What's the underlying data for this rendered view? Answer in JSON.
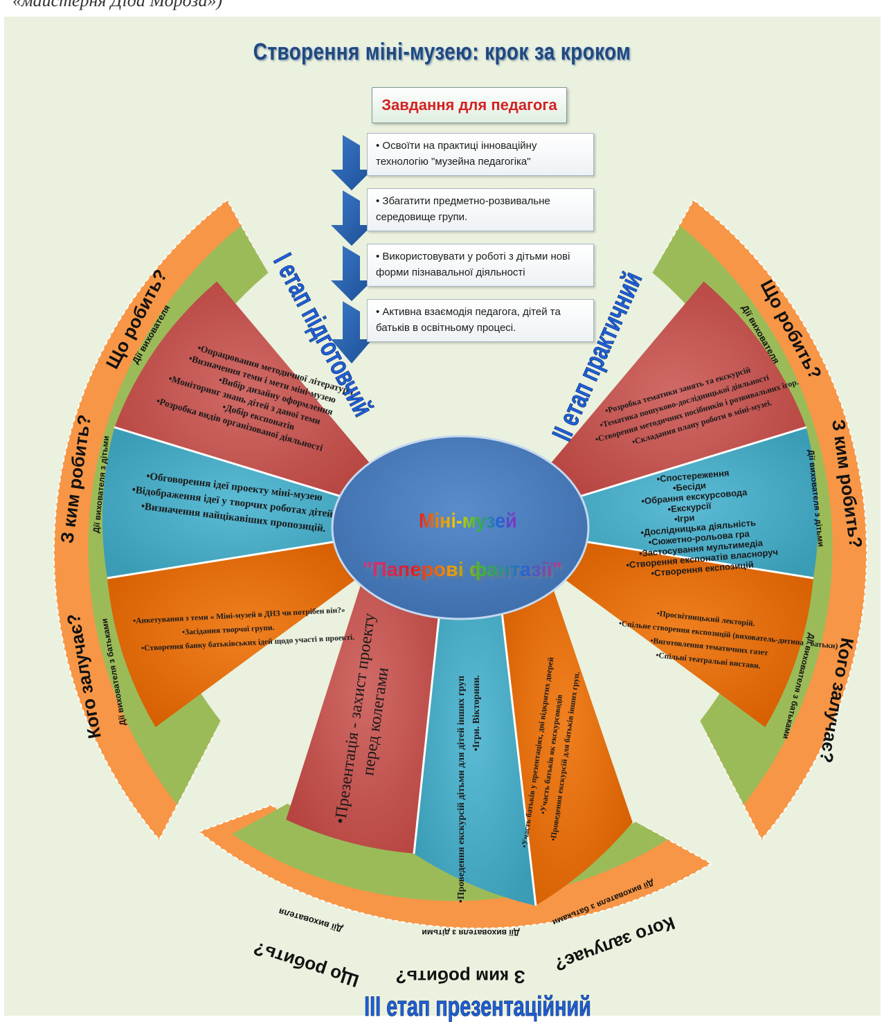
{
  "caption_top": "«майстерня Діда Мороза»)",
  "title": "Створення міні-музею: крок за кроком",
  "tasks": {
    "header": "Завдання для педагога",
    "items": [
      "• Освоїти на практиці інноваційну технологію \"музейна педагогіка\"",
      "• Збагатити предметно-розвивальне середовище групи.",
      "• Використовувати у роботі з дітьми нові форми пізнавальної діяльності",
      "• Активна взаємодія педагога, дітей та батьків в освітньому процесі."
    ]
  },
  "center": {
    "line1": "Міні-музей",
    "line2": "\"Паперові фантазії\""
  },
  "stages": {
    "stage1": "І етап підготовчий",
    "stage2": "ІІ етап практичний",
    "stage3": "ІІІ етап презентаційний"
  },
  "left": {
    "red_items": [
      "•Опрацювання методичної літератури",
      "•Визначення теми і мети міні-музею",
      "•Вибір дизайну оформлення",
      "•Моніторинг знань дітей з даної теми",
      "•Добір експонатів",
      "•Розробка видів організованої діяльності"
    ],
    "blue_items": [
      "•Обговорення ідеї проекту міні-музею",
      "•Відображення ідеї у творчих роботах дітей",
      "•Визначення найцікавіших пропозицій."
    ],
    "orange_items": [
      "•Анкетування з теми « Міні-музей в ДНЗ чи потрібен він?»",
      "•Засідання творчої групи.",
      "•Створення банку батьківських ідей щодо участі в проекті."
    ],
    "ring_what": "Що робить?",
    "ring_what_sub": "Дії вихователя",
    "ring_with": "З ким робить?",
    "ring_with_sub": "Дії вихователя з дітьми",
    "ring_who": "Кого залучає?",
    "ring_who_sub": "Дії вихователя з батьками"
  },
  "right": {
    "red_items": [
      "•Розробка тематики занять та екскурсій",
      "•Тематика пошуково-дослідницької діяльності",
      "•Створення методичних посібників і розвивальних ігор.",
      "•Складання плану роботи в міні-музеї."
    ],
    "blue_items": [
      "•Спостереження",
      "•Бесіди",
      "•Обрання екскурсовода",
      "•Екскурсії",
      "•Ігри",
      "•Дослідницька діяльність",
      "•Сюжетно-рольова гра",
      "•Застосування мультимедіа",
      "•Створення експонатів власноруч",
      "•Створення експозицій"
    ],
    "orange_items": [
      "•Просвітницький лекторій.",
      "•Спільне створення експозицій (вихователь-дитина - батьки)",
      "•Виготовлення тематичних газет",
      "•Спільні театральні вистави."
    ],
    "ring_what": "Що робить?",
    "ring_what_sub": "Дії вихователя",
    "ring_with": "З ким робить?",
    "ring_with_sub": "Дії вихователя з дітьми",
    "ring_who": "Кого залучає?",
    "ring_who_sub": "Дії вихователя з батьками"
  },
  "bottom": {
    "red_text1": "•Презентація - захист проекту",
    "red_text2": "перед колегами",
    "blue_text1": "•Проведення екскурсій дітьми для дітей інших груп",
    "blue_text2": "•Ігри. Вікторини.",
    "orange_text1": "•Участь батьків у презентаціях, дні відкритих дверей",
    "orange_text2": "•Участь батьків як екскурсоводів",
    "orange_text3": "•Проведення екскурсій для батьків інших груп.",
    "ring_what": "Що робить?",
    "ring_what_sub": "Дії вихователя",
    "ring_with": "З ким робить?",
    "ring_with_sub": "Дії вихователя з дітьми",
    "ring_who": "Кого залучає?",
    "ring_who_sub": "Дії вихователя з батьками"
  },
  "colors": {
    "red": "#c0504d",
    "blue": "#4bacc6",
    "orange": "#e36c0a",
    "green": "#9bbb59",
    "ring_orange": "#f79646",
    "center": "#4f81bd",
    "stage_text": "#1f5fd6"
  }
}
